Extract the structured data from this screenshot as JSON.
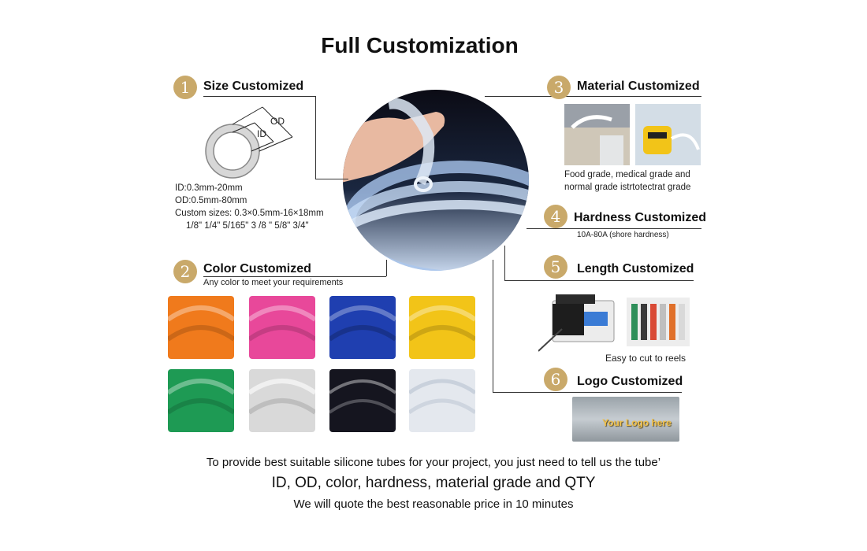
{
  "title": "Full Customization",
  "sections": [
    {
      "num": "1",
      "label": "Size Customized"
    },
    {
      "num": "2",
      "label": "Color Customized"
    },
    {
      "num": "3",
      "label": "Material Customized"
    },
    {
      "num": "4",
      "label": "Hardness Customized"
    },
    {
      "num": "5",
      "label": "Length Customized"
    },
    {
      "num": "6",
      "label": "Logo Customized"
    }
  ],
  "size": {
    "od_label": "OD",
    "id_label": "ID",
    "specs": [
      "ID:0.3mm-20mm",
      "OD:0.5mm-80mm",
      "Custom sizes: 0.3×0.5mm-16×18mm",
      "1/8\" 1/4\" 5/165\" 3 /8 \" 5/8\" 3/4\""
    ]
  },
  "color": {
    "desc": "Any color to meet your requirements",
    "swatches": [
      "#f07a1c",
      "#e8489a",
      "#1f3fb0",
      "#f2c418",
      "#1e9a54",
      "#d9d9d9",
      "#15151f",
      "#e4e8ee"
    ]
  },
  "material": {
    "desc_line1": "Food grade, medical grade and",
    "desc_line2": "normal grade istrtotectrat grade"
  },
  "hardness": {
    "desc": "10A-80A (shore hardness)"
  },
  "length": {
    "desc": "Easy to cut to reels"
  },
  "logo": {
    "sample_text": "Your Logo here"
  },
  "footer": {
    "line1": "To provide best suitable silicone tubes for your project, you just need to tell us the tube’",
    "line2": "ID, OD, color, hardness, material grade and QTY",
    "line3": "We will quote the best reasonable price in 10 minutes"
  }
}
